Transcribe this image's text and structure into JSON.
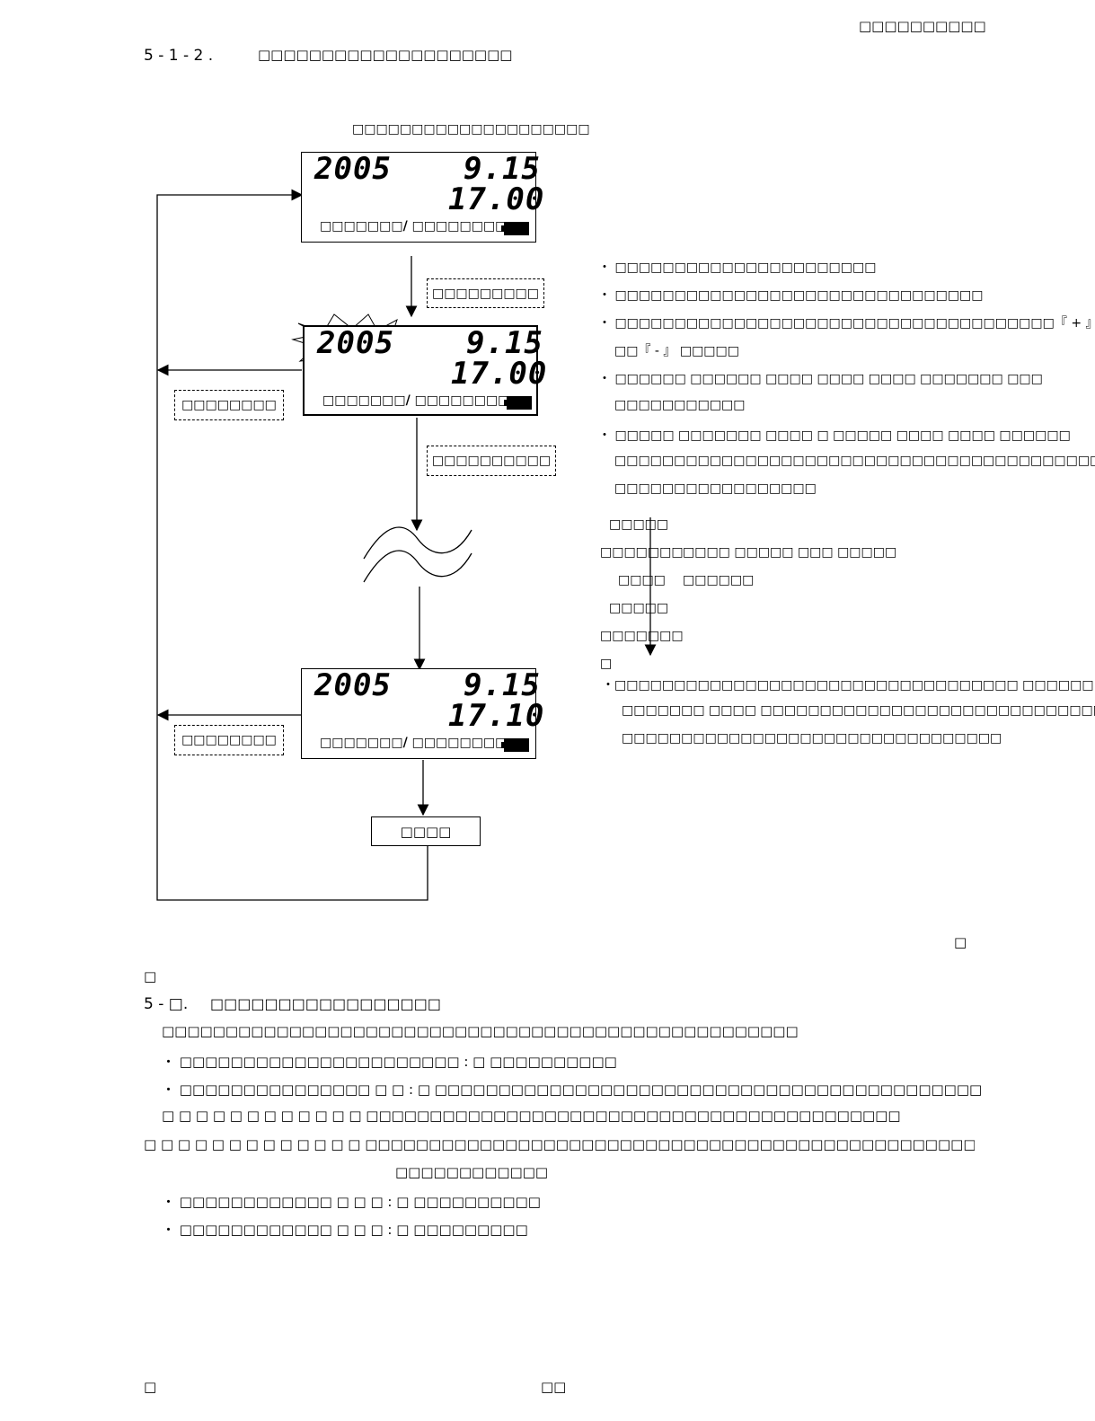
{
  "header_right": "□□□□□□□□□□",
  "section_512": {
    "number": "5 - 1 - 2 .",
    "title": "□□□□□□□□□□□□□□□□□□□□"
  },
  "diagram_title": "□□□□□□□□□□□□□□□□□□□□",
  "screens": [
    {
      "year": "2005",
      "date": "9.15",
      "time": "17.00",
      "label": "□□□□□□□/ □□□□□□□□"
    },
    {
      "year": "2005",
      "date": "9.15",
      "time": "17.00",
      "label": "□□□□□□□/ □□□□□□□□"
    },
    {
      "year": "2005",
      "date": "9.15",
      "time": "17.10",
      "label": "□□□□□□□/ □□□□□□□□"
    }
  ],
  "dashed_labels": {
    "step1": "□□□□□□□□□",
    "left1": "□□□□□□□□",
    "step2": "□□□□□□□□□□",
    "left2": "□□□□□□□□"
  },
  "end_box": "□□□□",
  "notes": [
    "・ □□□□□□□□□□□□□□□□□□□□□□",
    "・ □□□□□□□□□□□□□□□□□□□□□□□□□□□□□□□",
    "・ □□□□□□□□□□□□□□□□□□□□□□□□□□□□□□□□□□□□□『 + 』",
    "□□『 - 』 □□□□□",
    "・  □□□□□□ □□□□□□ □□□□ □□□□ □□□□ □□□□□□□ □□□",
    "□□□□□□□□□□□",
    "・ □□□□□ □□□□□□□ □□□□  □ □□□□□ □□□□ □□□□ □□□□□□",
    "□□□□□□□□□□□□□□□□□□□□□□□□□□□□□□□□□□□□□□□□□□□□",
    "□□□□□□□□□□□□□□□□□"
  ],
  "seq": [
    "□□□□□",
    "□□□□□□□",
    "□□□□",
    "□□□□□",
    "□□□□□□□",
    "□"
  ],
  "seq_right": [
    "□□□□ □□□□□ □□□ □□□□□",
    "□□□□□□"
  ],
  "note_bottom": [
    "・□□□□□□□□□□□□□□□□□□□□□□□□□□□□□□□□□□ □□□□□□ □",
    "□□□□□□□ □□□□ □□□□□□□□□□□□□□□□□□□□□□□□□□□□□",
    "□□□□□□□□□□□□□□□□□□□□□□□□□□□□□□□□"
  ],
  "stray_right": "□",
  "stray_left": "□",
  "section_53": {
    "number": "5 - □.",
    "title": "□□□□□□□□□□□□□□□□□"
  },
  "body_lines": [
    "□□□□□□□□□□□□□□□□□□□□□□□□□□□□□□□□□□□□□□□□□□□□□□□□□□",
    "・ □□□□□□□□□□□□□□□□□□□□□□  :  □  □□□□□□□□□□",
    "・ □□□□□□□□□□□□□□□  □  □  :  □  □□□□□□□□□□□□□□□□□□□□□□□□□□□□□□□□□□□□□□□□□□□",
    "□  □  □  □  □  □  □  □  □  □  □  □ □□□□□□□□□□□□□□□□□□□□□□□□□□□□□□□□□□□□□□□□□□",
    "□  □  □  □  □  □  □  □  □  □  □  □  □ □□□□□□□□□□□□□□□□□□□□□□□□□□□□□□□□□□□□□□□□□□□□□□□□□□□□□□□□□□□□□□□□□□□□□□□",
    "□□□□□□□□□□□□",
    "・ □□□□□□□□□□□□  □  □  □  :  □  □□□□□□□□□□",
    "・ □□□□□□□□□□□□  □  □  □  :  □  □□□□□□□□□"
  ],
  "footer_left": "□",
  "footer_page": "□□"
}
